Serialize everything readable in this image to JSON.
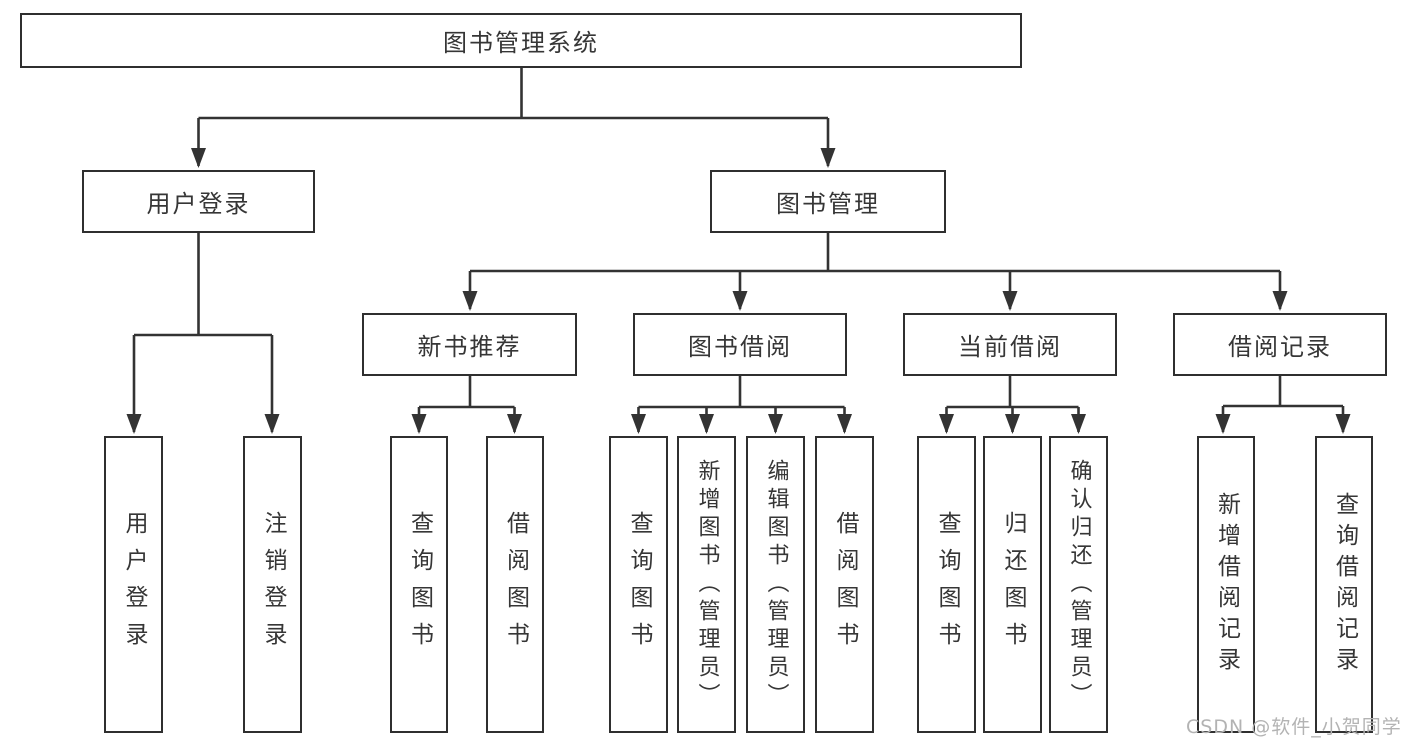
{
  "diagram": {
    "title": "图书管理系统",
    "root": {
      "label": "图书管理系统"
    },
    "branches": [
      {
        "label": "用户登录",
        "children": [
          {
            "label": "用户登录"
          },
          {
            "label": "注销登录"
          }
        ]
      },
      {
        "label": "图书管理",
        "children": [
          {
            "label": "新书推荐",
            "children": [
              {
                "label": "查询图书"
              },
              {
                "label": "借阅图书"
              }
            ]
          },
          {
            "label": "图书借阅",
            "children": [
              {
                "label": "查询图书"
              },
              {
                "label": "新增图书（管理员）"
              },
              {
                "label": "编辑图书（管理员）"
              },
              {
                "label": "借阅图书"
              }
            ]
          },
          {
            "label": "当前借阅",
            "children": [
              {
                "label": "查询图书"
              },
              {
                "label": "归还图书"
              },
              {
                "label": "确认归还（管理员）"
              }
            ]
          },
          {
            "label": "借阅记录",
            "children": [
              {
                "label": "新增借阅记录"
              },
              {
                "label": "查询借阅记录"
              }
            ]
          }
        ]
      }
    ]
  },
  "watermark": {
    "text": "CSDN @软件_小贺同学"
  },
  "colors": {
    "line": "#333333",
    "border": "#2f2f2f",
    "text": "#363636",
    "background": "#ffffff",
    "watermark": "#b3b3b3"
  }
}
